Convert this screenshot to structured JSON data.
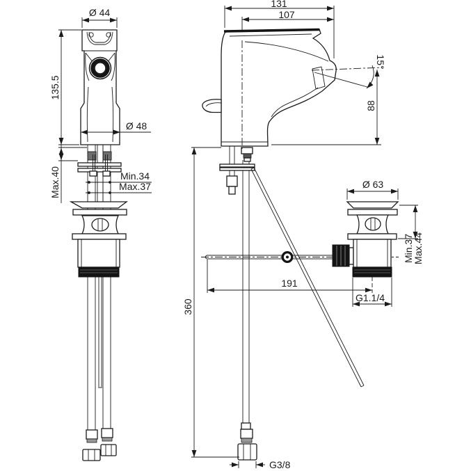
{
  "drawing": {
    "title": "bidet-mixer-technical-drawing",
    "background": "#ffffff",
    "line_color": "#1b1b1b"
  },
  "front_view": {
    "dim_top_diameter": "Ø 44",
    "dim_body_height": "135.5",
    "dim_base_diameter": "Ø 48",
    "dim_clamp_depth": "Max.40",
    "dim_deck_min": "Min.34",
    "dim_deck_max": "Max.37"
  },
  "side_view": {
    "dim_overall_depth": "131",
    "dim_spout_reach": "107",
    "dim_spout_angle": "15°",
    "dim_spout_height": "88",
    "dim_waste_flange_diameter": "Ø 63",
    "dim_waste_clamp_min": "Min.37",
    "dim_waste_clamp_max": "Max.44",
    "dim_rod_reach": "191",
    "dim_waste_thread": "G1.1/4",
    "dim_hose_drop": "360",
    "dim_hose_thread": "G3/8"
  }
}
